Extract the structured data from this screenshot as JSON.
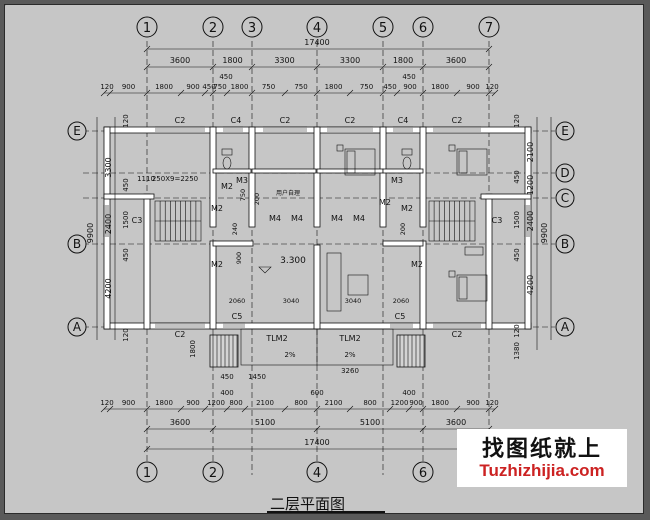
{
  "axes": {
    "vertical": [
      "1",
      "2",
      "3",
      "4",
      "5",
      "6",
      "7"
    ],
    "vertical_bottom": [
      "1",
      "2",
      "4",
      "6",
      "7"
    ],
    "horizontal": [
      "A",
      "B",
      "C",
      "D",
      "E"
    ]
  },
  "dims": {
    "overall_top": "17400",
    "overall_bottom": "17400",
    "top_row1": [
      "3600",
      "1800",
      "3300",
      "3300",
      "1800",
      "3600"
    ],
    "top_row2": [
      "120",
      "900",
      "1800",
      "900",
      "450",
      "750",
      "1800",
      "750",
      "750",
      "1800",
      "750",
      "450",
      "900",
      "1800",
      "900",
      "120"
    ],
    "top_row2_extra": [
      "450",
      "450"
    ],
    "bottom_row1": [
      "120",
      "900",
      "1800",
      "900",
      "1200",
      "800",
      "2100",
      "800",
      "2100",
      "800",
      "1200",
      "900",
      "1800",
      "900",
      "120"
    ],
    "bottom_row1_extra": [
      "400",
      "600",
      "400"
    ],
    "bottom_row2": [
      "3600",
      "5100",
      "5100",
      "3600"
    ],
    "left_outer": "9900",
    "left_row": [
      "3300",
      "2400",
      "4200"
    ],
    "left_inner": [
      "120",
      "450",
      "1500",
      "450",
      "120"
    ],
    "right_outer": "9900",
    "right_row": [
      "2100",
      "1200",
      "2400",
      "4200"
    ],
    "right_inner": [
      "120",
      "450",
      "1500",
      "450",
      "120",
      "1380"
    ],
    "balcony": [
      "450",
      "1450",
      "3260",
      "1800"
    ]
  },
  "labels": {
    "windows": [
      "C2",
      "C4",
      "C2",
      "C2",
      "C4",
      "C2",
      "C2",
      "C5",
      "C5",
      "C2",
      "C3",
      "C3"
    ],
    "doors": [
      "M3",
      "M2",
      "M4",
      "M4",
      "M4",
      "M4",
      "M3",
      "M2",
      "M2",
      "M2",
      "M2",
      "M2",
      "TLM2",
      "TLM2"
    ],
    "stair_note": "250X9=2250",
    "stair_dim": "1110",
    "room_note": "用户自理",
    "level": "3.300",
    "inner_dims": [
      "2060",
      "3040",
      "3040",
      "2060",
      "750",
      "200",
      "900",
      "240",
      "200"
    ],
    "slope": [
      "2%",
      "2%"
    ]
  },
  "watermark": {
    "cn": "找图纸就上",
    "en": "Tuzhizhijia.com"
  },
  "title": "二层平面图"
}
